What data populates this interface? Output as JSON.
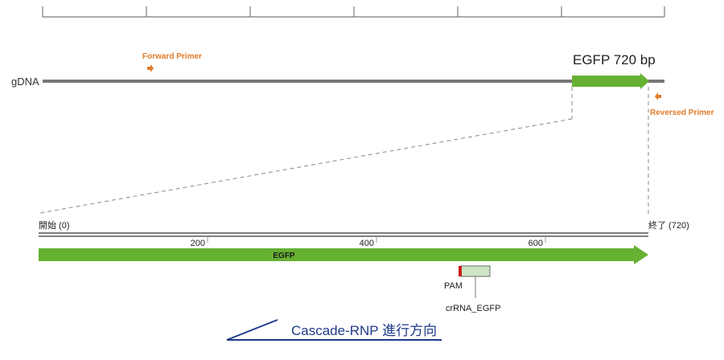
{
  "top_map": {
    "gdna_label": "gDNA",
    "egfp_label": "EGFP 720 bp",
    "forward_primer_label": "Forward Primer",
    "reversed_primer_label": "Reversed Primer"
  },
  "zoom_view": {
    "start_label": "開始 (0)",
    "end_label": "終了 (720)",
    "ticks": [
      "200",
      "400",
      "600"
    ],
    "feature_label": "EGFP",
    "pam_label": "PAM",
    "crrna_label": "crRNA_EGFP"
  },
  "direction_label": "Cascade-RNP 進行方向",
  "colors": {
    "egfp_green": "#66b032",
    "primer_orange": "#e07b2a",
    "pam_red": "#cc1a1a",
    "crrna_fill": "#cde5c6",
    "direction_blue": "#1f3a8a",
    "backbone_gray": "#777777"
  }
}
